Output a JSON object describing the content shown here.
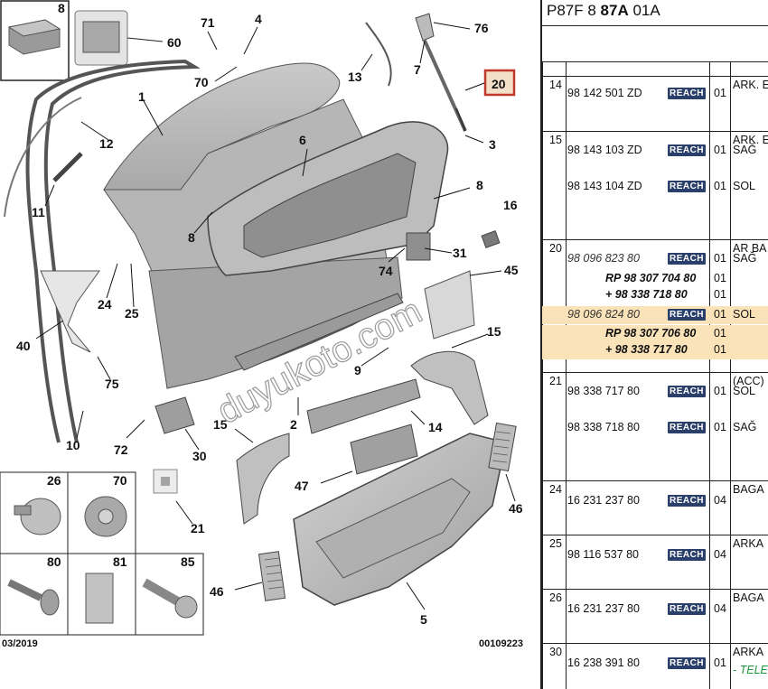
{
  "diagram": {
    "callouts": [
      {
        "id": "c8",
        "text": "8"
      },
      {
        "id": "c60",
        "text": "60"
      },
      {
        "id": "c71",
        "text": "71"
      },
      {
        "id": "c4",
        "text": "4"
      },
      {
        "id": "c76",
        "text": "76"
      },
      {
        "id": "c13",
        "text": "13"
      },
      {
        "id": "c7",
        "text": "7"
      },
      {
        "id": "c70a",
        "text": "70"
      },
      {
        "id": "c20",
        "text": "20"
      },
      {
        "id": "c1",
        "text": "1"
      },
      {
        "id": "c12",
        "text": "12"
      },
      {
        "id": "c6",
        "text": "6"
      },
      {
        "id": "c3",
        "text": "3"
      },
      {
        "id": "c11",
        "text": "11"
      },
      {
        "id": "c8b",
        "text": "8"
      },
      {
        "id": "c8c",
        "text": "8"
      },
      {
        "id": "c16",
        "text": "16"
      },
      {
        "id": "c31",
        "text": "31"
      },
      {
        "id": "c74",
        "text": "74"
      },
      {
        "id": "c45",
        "text": "45"
      },
      {
        "id": "c24",
        "text": "24"
      },
      {
        "id": "c25",
        "text": "25"
      },
      {
        "id": "c40",
        "text": "40"
      },
      {
        "id": "c15a",
        "text": "15"
      },
      {
        "id": "c9",
        "text": "9"
      },
      {
        "id": "c75",
        "text": "75"
      },
      {
        "id": "c2",
        "text": "2"
      },
      {
        "id": "c14",
        "text": "14"
      },
      {
        "id": "c10",
        "text": "10"
      },
      {
        "id": "c72",
        "text": "72"
      },
      {
        "id": "c30",
        "text": "30"
      },
      {
        "id": "c15b",
        "text": "15"
      },
      {
        "id": "c47",
        "text": "47"
      },
      {
        "id": "c46a",
        "text": "46"
      },
      {
        "id": "c26",
        "text": "26"
      },
      {
        "id": "c70b",
        "text": "70"
      },
      {
        "id": "c21",
        "text": "21"
      },
      {
        "id": "c80",
        "text": "80"
      },
      {
        "id": "c81",
        "text": "81"
      },
      {
        "id": "c85",
        "text": "85"
      },
      {
        "id": "c46b",
        "text": "46"
      },
      {
        "id": "c5",
        "text": "5"
      }
    ],
    "footer_date": "03/2019",
    "footer_code": "00109223",
    "watermark": "duyukoto.com"
  },
  "catalog": {
    "title_prefix": "P87F 8 ",
    "title_bold": "87A",
    "title_suffix": " 01A",
    "badge_label": "REACH",
    "highlight_color": "#fae3b8",
    "badge_color": "#2b3f6b",
    "rows": [
      {
        "index": "14",
        "lines": [
          {
            "ref": "98 142 501 ZD",
            "badge": true,
            "qty": "01",
            "desc": "ARK. E"
          }
        ]
      },
      {
        "index": "15",
        "lines": [
          {
            "ref": "98 143 103 ZD",
            "badge": true,
            "qty": "01",
            "desc": "SAĞ",
            "desc_pre": "ARK. E"
          },
          {
            "ref": "98 143 104 ZD",
            "badge": true,
            "qty": "01",
            "desc": "SOL"
          }
        ]
      },
      {
        "index": "20",
        "lines": [
          {
            "ref": "98 096 823 80",
            "badge": true,
            "qty": "01",
            "desc": "SAĞ",
            "desc_pre": "AR BA",
            "italic": true
          },
          {
            "ref": "RP 98 307 704 80",
            "qty": "01",
            "sub": true
          },
          {
            "ref": "+ 98 338 718 80",
            "qty": "01",
            "sub": true
          },
          {
            "ref": "98 096 824 80",
            "badge": true,
            "qty": "01",
            "desc": "SOL",
            "italic": true,
            "hl": true
          },
          {
            "ref": "RP 98 307 706 80",
            "qty": "01",
            "sub": true,
            "hl": true
          },
          {
            "ref": "+ 98 338 717 80",
            "qty": "01",
            "sub": true,
            "hl": true
          }
        ]
      },
      {
        "index": "21",
        "lines": [
          {
            "ref": "98 338 717 80",
            "badge": true,
            "qty": "01",
            "desc": "SOL",
            "desc_pre": "(ACC)"
          },
          {
            "ref": "98 338 718 80",
            "badge": true,
            "qty": "01",
            "desc": "SAĞ"
          }
        ]
      },
      {
        "index": "24",
        "lines": [
          {
            "ref": "16 231 237 80",
            "badge": true,
            "qty": "04",
            "desc": "BAGA"
          }
        ]
      },
      {
        "index": "25",
        "lines": [
          {
            "ref": "98 116 537 80",
            "badge": true,
            "qty": "04",
            "desc": "ARKA"
          }
        ]
      },
      {
        "index": "26",
        "lines": [
          {
            "ref": "16 231 237 80",
            "badge": true,
            "qty": "04",
            "desc": "BAGA"
          }
        ]
      },
      {
        "index": "30",
        "lines": [
          {
            "ref": "16 238 391 80",
            "badge": true,
            "qty": "01",
            "desc": "ARKA",
            "desc_post": "- TELE"
          }
        ]
      }
    ]
  }
}
